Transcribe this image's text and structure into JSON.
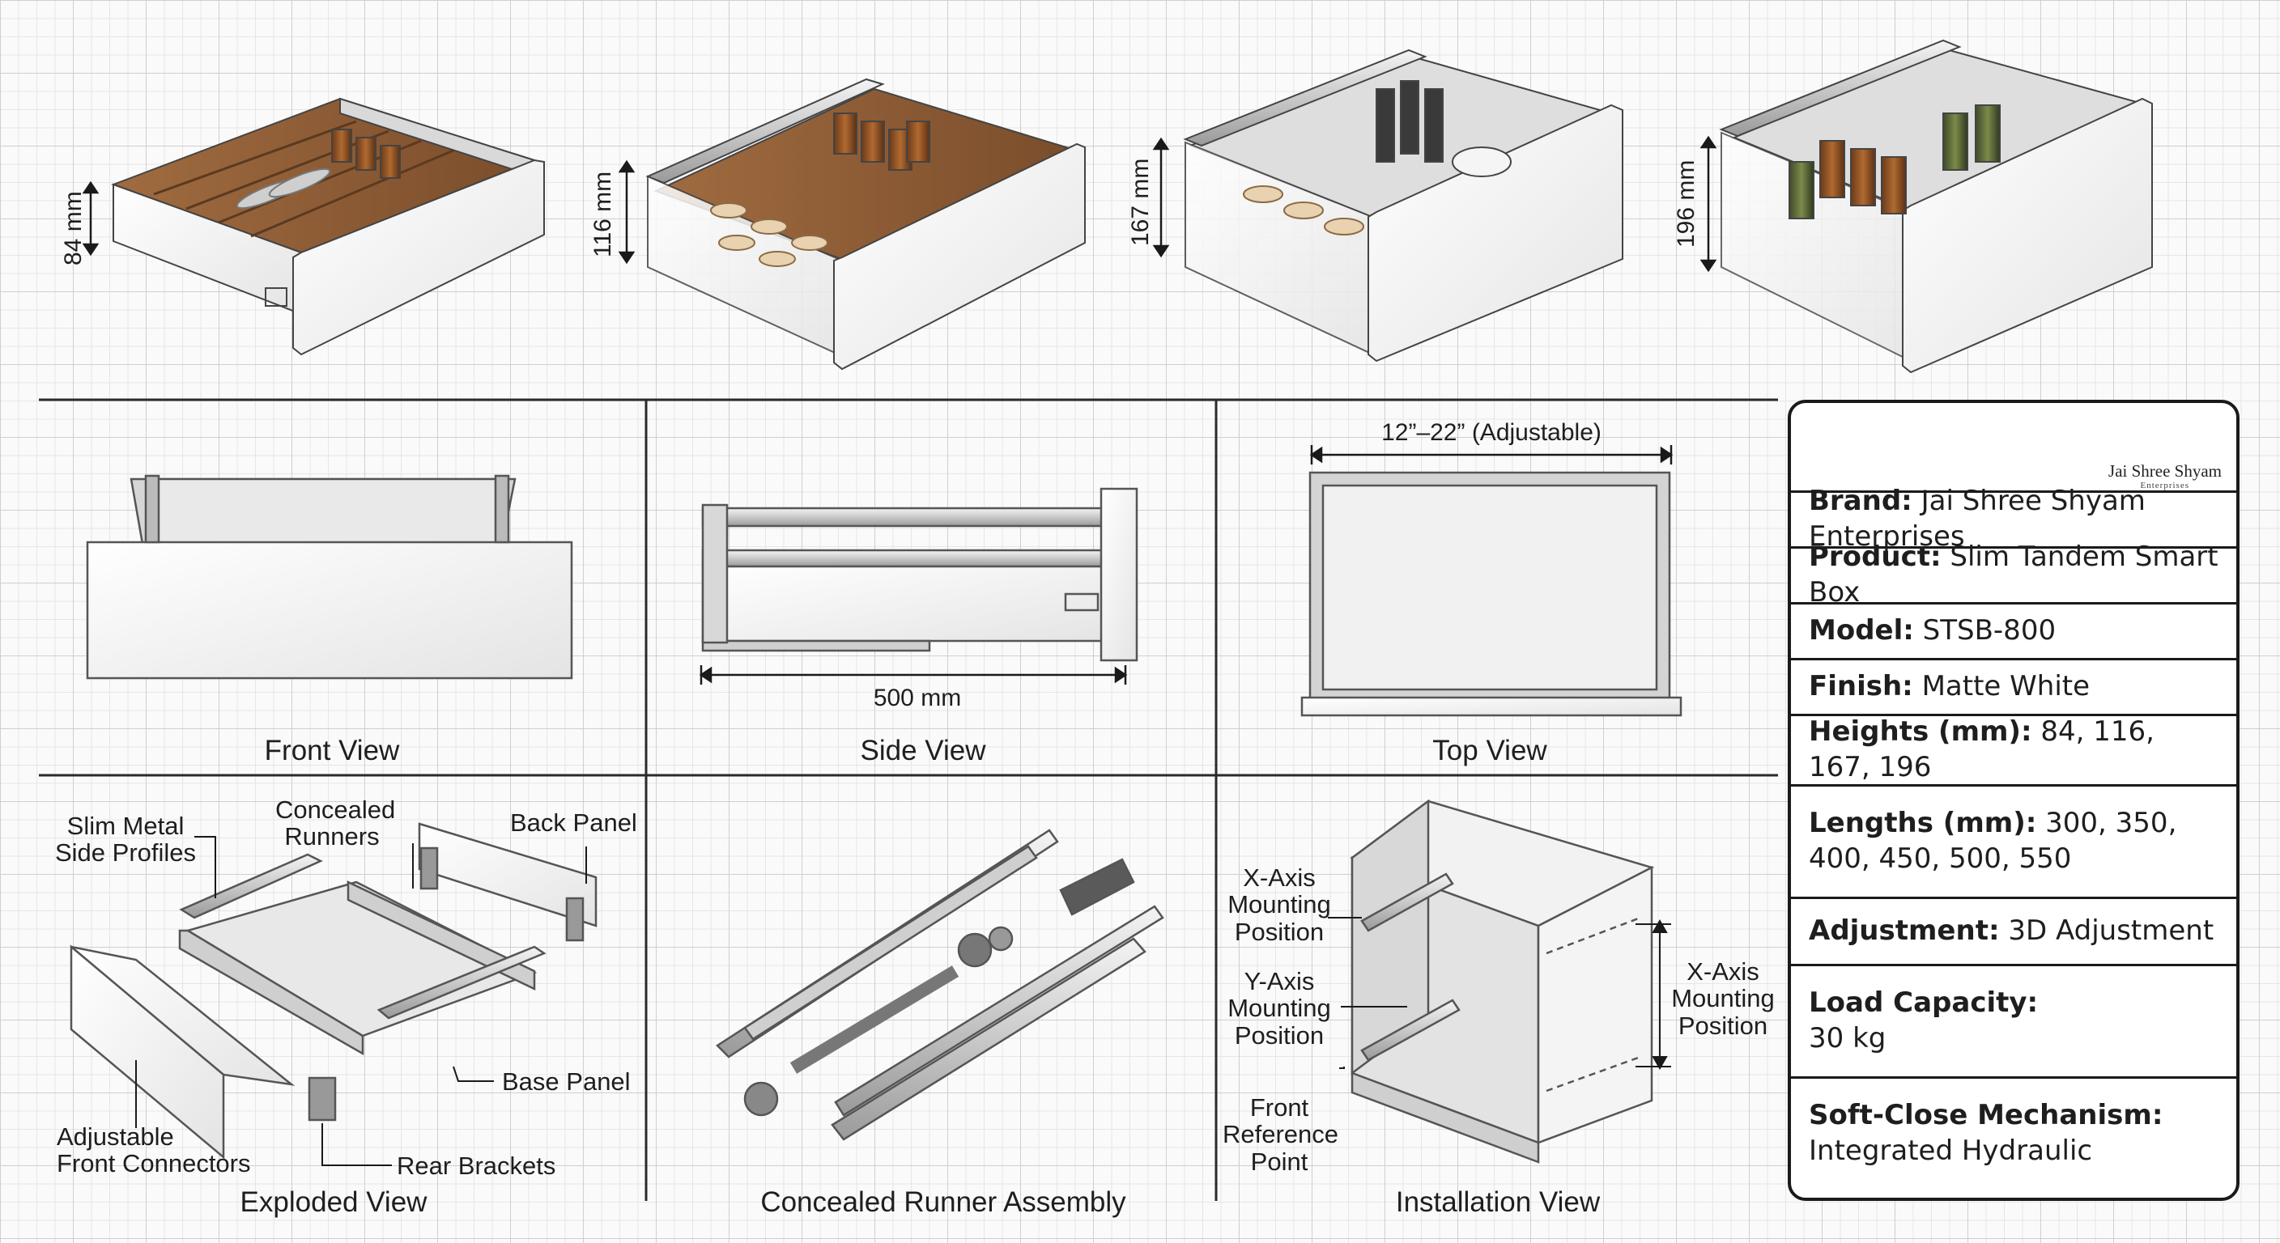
{
  "dimensions": {
    "heights": [
      "84 mm",
      "116 mm",
      "167 mm",
      "196 mm"
    ],
    "side_length": "500 mm",
    "top_width": "12”–22” (Adjustable)"
  },
  "views": {
    "front": "Front View",
    "side": "Side View",
    "top": "Top View",
    "exploded": "Exploded View",
    "runner": "Concealed Runner Assembly",
    "installation": "Installation View"
  },
  "exploded_labels": {
    "slim_metal": [
      "Slim Metal",
      "Side Profiles"
    ],
    "concealed_runners": [
      "Concealed",
      "Runners"
    ],
    "back_panel": "Back Panel",
    "base_panel": "Base Panel",
    "adjustable_front": [
      "Adjustable",
      "Front Connectors"
    ],
    "rear_brackets": "Rear Brackets"
  },
  "installation_labels": {
    "x_axis_left": [
      "X-Axis",
      "Mounting",
      "Position"
    ],
    "y_axis": [
      "Y-Axis",
      "Mounting",
      "Position"
    ],
    "front_ref": [
      "Front",
      "Reference",
      "Point"
    ],
    "x_axis_right": [
      "X-Axis",
      "Mounting",
      "Position"
    ]
  },
  "spec_panel": {
    "logo_name": "Jai Shree Shyam",
    "logo_sub": "Enterprises",
    "rows": [
      {
        "key": "Brand:",
        "value": "Jai Shree Shyam Enterprises"
      },
      {
        "key": "Product:",
        "value": "Slim Tandem Smart Box"
      },
      {
        "key": "Model:",
        "value": "STSB-800"
      },
      {
        "key": "Finish:",
        "value": "Matte White"
      },
      {
        "key": "Heights (mm):",
        "value": "84, 116, 167, 196"
      },
      {
        "key": "Lengths (mm):",
        "value": "300, 350, 400, 450, 500, 550"
      },
      {
        "key": "Adjustment:",
        "value": "3D Adjustment"
      },
      {
        "key": "Load Capacity:",
        "value": "30 kg"
      },
      {
        "key": "Soft-Close Mechanism:",
        "value": "Integrated Hydraulic"
      }
    ]
  },
  "colors": {
    "line": "#1e1e1e",
    "panel_white": "#f2f2f2",
    "wood": "#8a5a35",
    "logo_gold": "#b8895a"
  }
}
